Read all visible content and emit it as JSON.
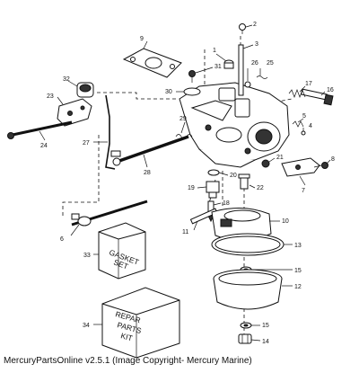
{
  "callouts": [
    {
      "id": "callout-1",
      "label": "1"
    },
    {
      "id": "callout-2",
      "label": "2"
    },
    {
      "id": "callout-3",
      "label": "3"
    },
    {
      "id": "callout-4",
      "label": "4"
    },
    {
      "id": "callout-5",
      "label": "5"
    },
    {
      "id": "callout-6",
      "label": "6"
    },
    {
      "id": "callout-7",
      "label": "7"
    },
    {
      "id": "callout-8",
      "label": "8"
    },
    {
      "id": "callout-9",
      "label": "9"
    },
    {
      "id": "callout-10",
      "label": "10"
    },
    {
      "id": "callout-11",
      "label": "11"
    },
    {
      "id": "callout-12",
      "label": "12"
    },
    {
      "id": "callout-13",
      "label": "13"
    },
    {
      "id": "callout-14",
      "label": "14"
    },
    {
      "id": "callout-15a",
      "label": "15"
    },
    {
      "id": "callout-15b",
      "label": "15"
    },
    {
      "id": "callout-16",
      "label": "16"
    },
    {
      "id": "callout-17",
      "label": "17"
    },
    {
      "id": "callout-18",
      "label": "18"
    },
    {
      "id": "callout-19",
      "label": "19"
    },
    {
      "id": "callout-20",
      "label": "20"
    },
    {
      "id": "callout-21",
      "label": "21"
    },
    {
      "id": "callout-22",
      "label": "22"
    },
    {
      "id": "callout-23",
      "label": "23"
    },
    {
      "id": "callout-24",
      "label": "24"
    },
    {
      "id": "callout-25",
      "label": "25"
    },
    {
      "id": "callout-26",
      "label": "26"
    },
    {
      "id": "callout-27",
      "label": "27"
    },
    {
      "id": "callout-28",
      "label": "28"
    },
    {
      "id": "callout-29",
      "label": "29"
    },
    {
      "id": "callout-30",
      "label": "30"
    },
    {
      "id": "callout-31",
      "label": "31"
    },
    {
      "id": "callout-32",
      "label": "32"
    },
    {
      "id": "callout-33",
      "label": "33"
    },
    {
      "id": "callout-34",
      "label": "34"
    }
  ],
  "gasket_set_box": {
    "line1": "GASKET",
    "line2": "SET"
  },
  "repair_kit_box": {
    "line1": "REPAR",
    "line2": "PARTS",
    "line3": "KIT"
  },
  "footer": "MercuryPartsOnline v2.5.1 (Image Copyright- Mercury Marine)"
}
